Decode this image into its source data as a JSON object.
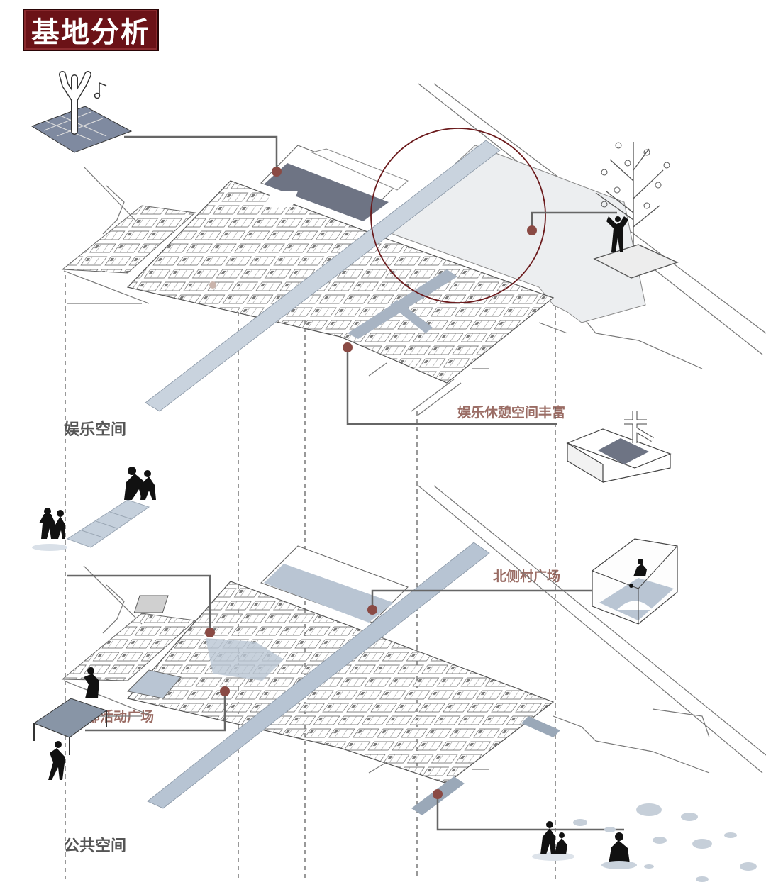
{
  "header": {
    "title": "基地分析"
  },
  "sections": {
    "upper_label": "娱乐空间",
    "lower_label": "公共空间"
  },
  "callouts": {
    "leisure_rich": "娱乐休憩空间丰富",
    "north_square": "北侧村广场",
    "inner_square": "内部活动广场"
  },
  "colors": {
    "title_bg": "#6b1217",
    "marker": "#8a4a44",
    "highlight_circle": "#6b1a1c",
    "plaza_fill": "#b9c5d3",
    "road_fill": "#c9d3de",
    "leader_line": "#666666"
  },
  "icons": [
    "tree-figure-icon",
    "music-note-icon",
    "fruit-tree-icon",
    "person-cheering-icon",
    "bench-figure-icon",
    "hopscotch-group-icon",
    "soccer-box-icon",
    "ping-pong-table-icon",
    "family-group-icon",
    "pond-circles-icon"
  ]
}
